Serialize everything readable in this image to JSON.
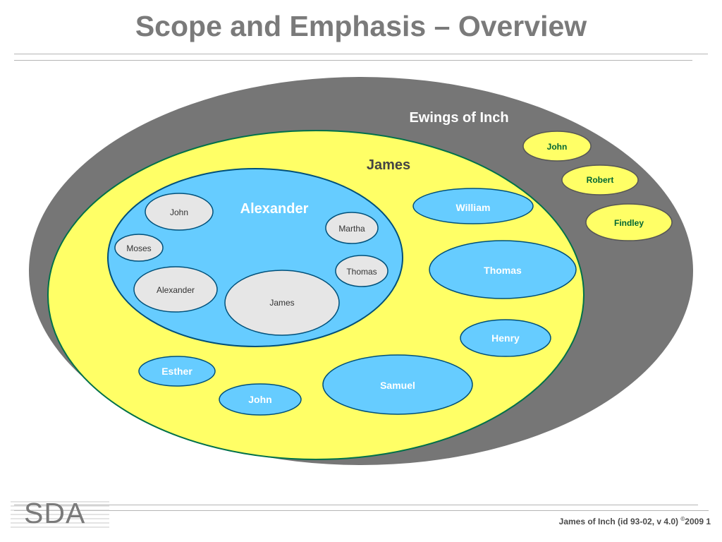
{
  "title": "Scope and Emphasis – Overview",
  "colors": {
    "outer": "#767676",
    "yellow": "#ffff66",
    "yellow_border": "#00704a",
    "blue": "#66ccff",
    "blue_border": "#00507a",
    "grey_bubble": "#e6e6e6",
    "green_text": "#006633",
    "white_text": "#ffffff"
  },
  "diagram": {
    "outer_label": "Ewings of Inch",
    "yellow_label": "James",
    "blue_label": "Alexander",
    "outer_people": [
      "John",
      "Robert",
      "Findley"
    ],
    "yellow_people": [
      "William",
      "Thomas",
      "Henry",
      "Samuel",
      "Esther",
      "John"
    ],
    "blue_people": [
      "John",
      "Martha",
      "Moses",
      "Thomas",
      "Alexander",
      "James"
    ]
  },
  "footer": {
    "logo": "SDA",
    "left_text": "James of Inch  (id 93-02, v 4.0) ",
    "copyright": "©",
    "right_text": "2009  1"
  }
}
